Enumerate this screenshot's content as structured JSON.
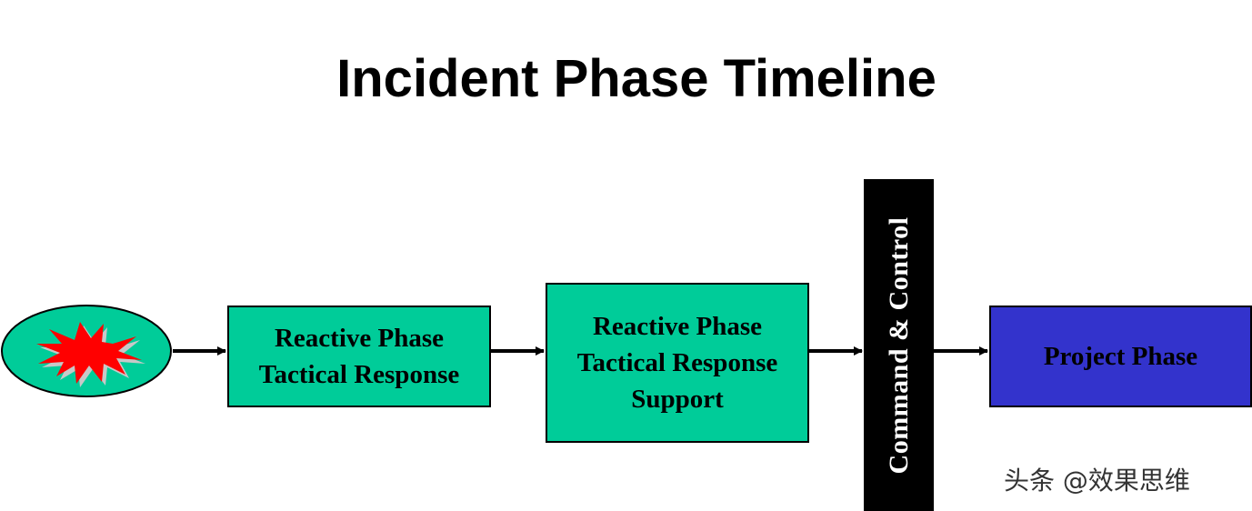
{
  "title": "Incident Phase Timeline",
  "boxes": [
    {
      "lines": [
        "Reactive Phase",
        "Tactical Response"
      ],
      "color": "#00cc99"
    },
    {
      "lines": [
        "Reactive Phase",
        "Tactical Response",
        "Support"
      ],
      "color": "#00cc99"
    },
    {
      "lines": [
        "Project Phase"
      ],
      "color": "#3333cc"
    }
  ],
  "command_bar": {
    "label": "Command & Control",
    "color": "#000000"
  },
  "incident_icon": {
    "icon": "explosion-icon",
    "fill": "#00cc99",
    "burst_color": "#ff0000"
  },
  "watermark": "头条 @效果思维"
}
